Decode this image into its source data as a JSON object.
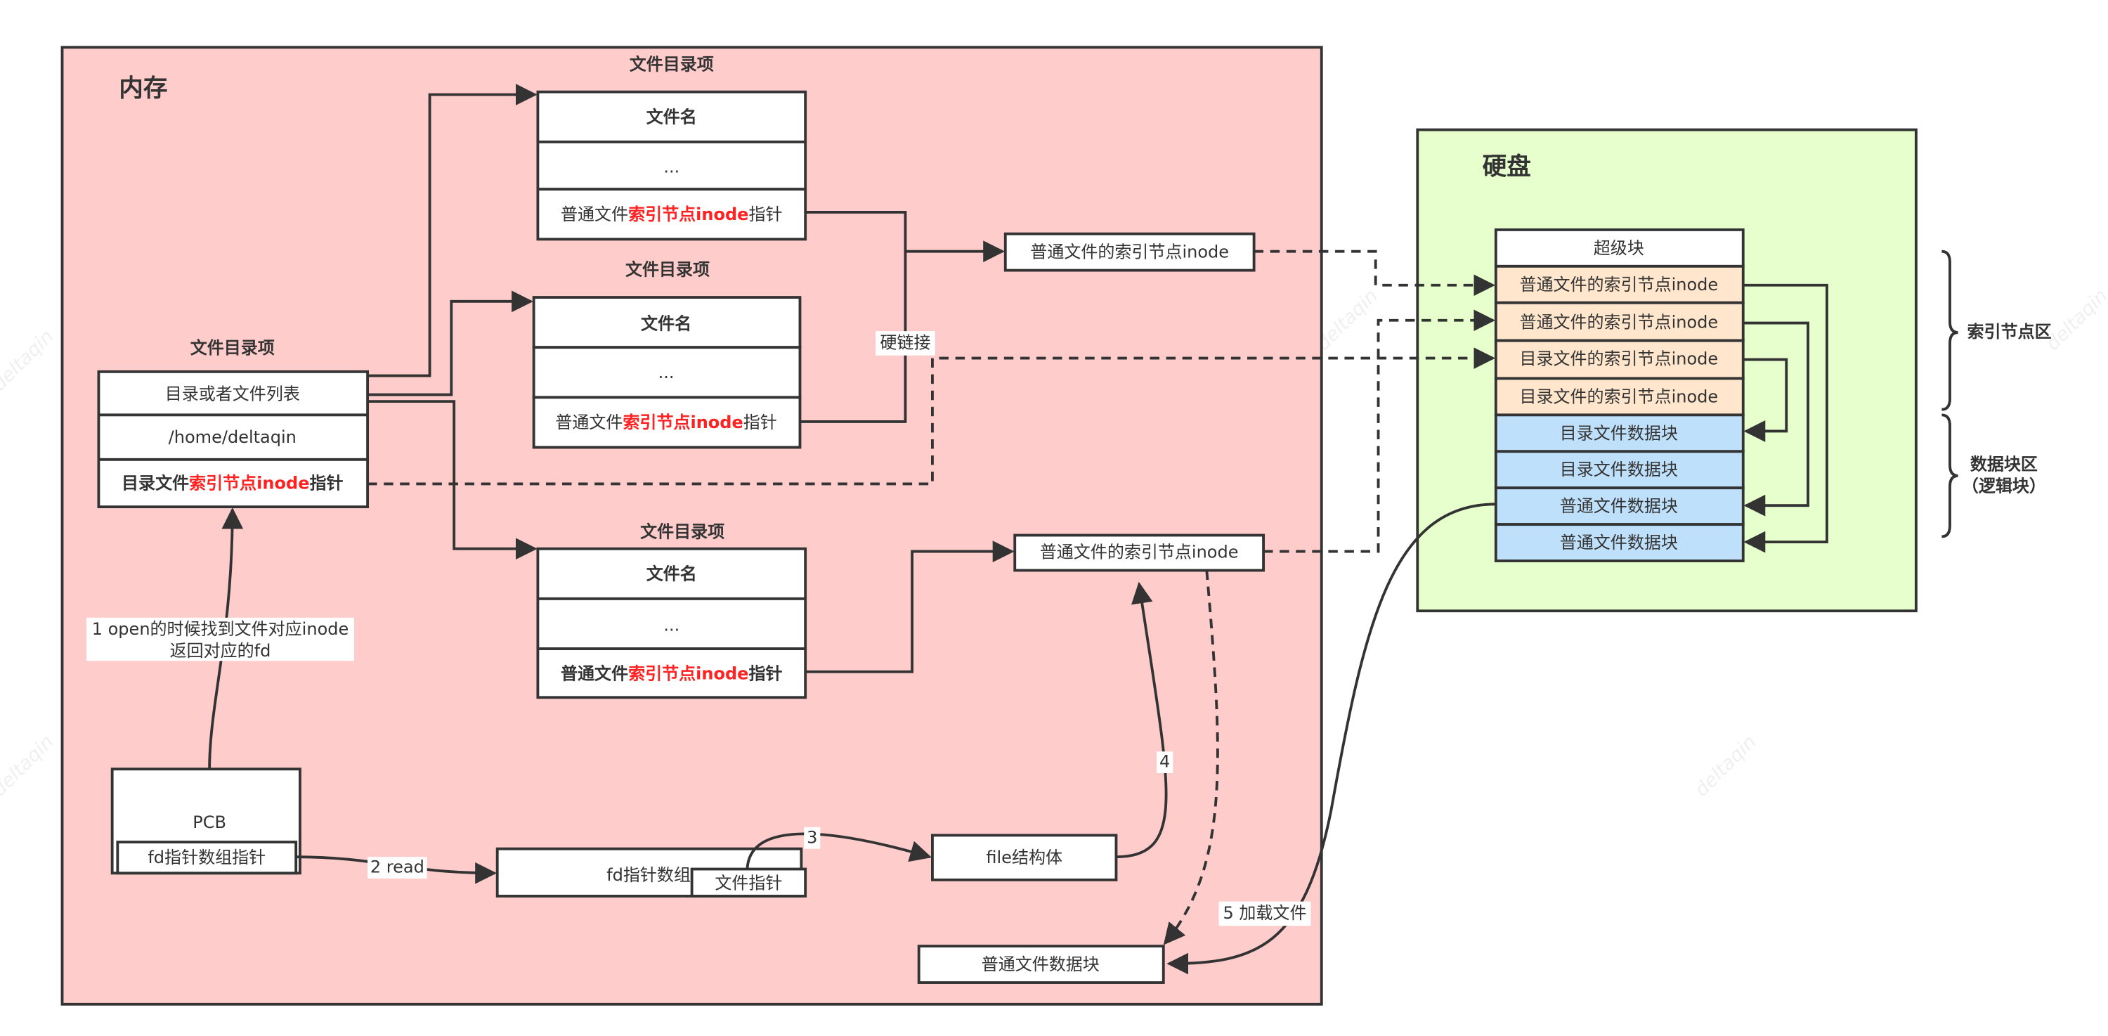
{
  "colors": {
    "memory": "#ffcccc",
    "disk": "#e6ffcc",
    "inode_row": "#ffe6cc",
    "data_row": "#bfe0fb",
    "highlight": "#ff2222",
    "stroke": "#333333"
  },
  "memory": {
    "title": "内存"
  },
  "disk": {
    "title": "硬盘",
    "rows": [
      "超级块",
      "普通文件的索引节点inode",
      "普通文件的索引节点inode",
      "目录文件的索引节点inode",
      "目录文件的索引节点inode",
      "目录文件数据块",
      "目录文件数据块",
      "普通文件数据块",
      "普通文件数据块"
    ],
    "brace_inode": "索引节点区",
    "brace_data_1": "数据块区",
    "brace_data_2": "（逻辑块）"
  },
  "dir_entry_title": "文件目录项",
  "left_entry": {
    "row1": "目录或者文件列表",
    "row2": "/home/deltaqin",
    "ptr_prefix": "目录文件",
    "ptr_red": "索引节点inode",
    "ptr_suffix": "指针"
  },
  "entry": {
    "name": "文件名",
    "ellipsis": "...",
    "ptr_prefix": "普通文件",
    "ptr_red": "索引节点inode",
    "ptr_suffix": "指针"
  },
  "inode_box": "普通文件的索引节点inode",
  "hard_link": "硬链接",
  "pcb": {
    "label": "PCB",
    "fd_ptr": "fd指针数组指针"
  },
  "fd_array": {
    "label": "fd指针数组",
    "file_ptr": "文件指针"
  },
  "file_struct": "file结构体",
  "data_block": "普通文件数据块",
  "steps": {
    "s1a": "1 open的时候找到文件对应inode",
    "s1b": "返回对应的fd",
    "s2": "2 read",
    "s3": "3",
    "s4": "4",
    "s5": "5 加载文件"
  },
  "watermark": "deltaqin"
}
